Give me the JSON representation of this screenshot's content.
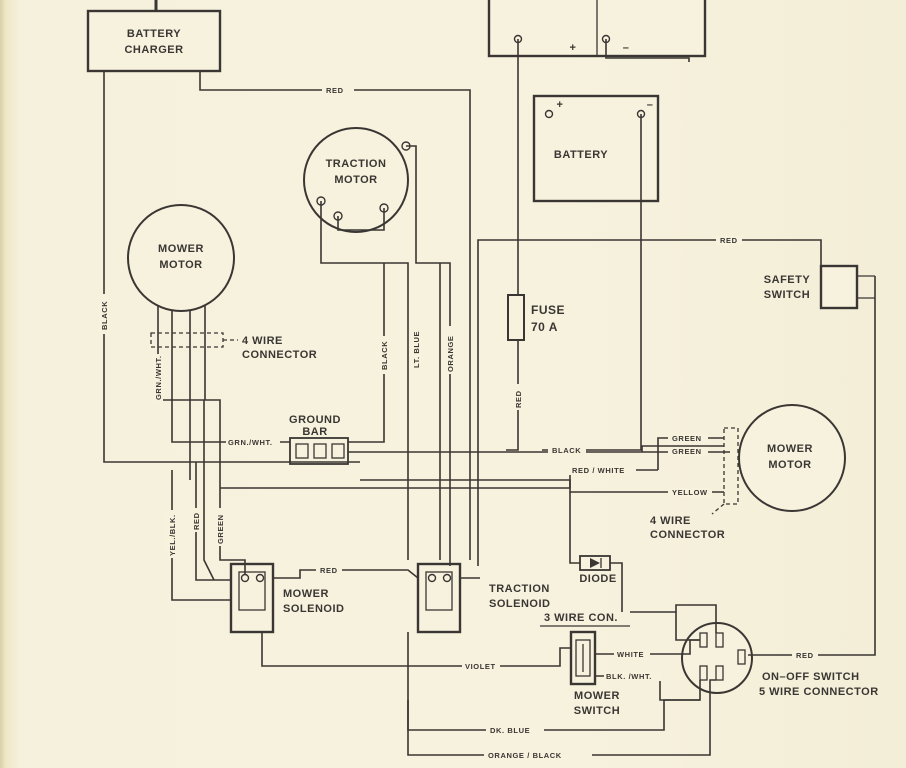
{
  "components": {
    "battery_charger": [
      "BATTERY",
      "CHARGER"
    ],
    "battery": "BATTERY",
    "traction_motor": [
      "TRACTION",
      "MOTOR"
    ],
    "mower_motor_left": [
      "MOWER",
      "MOTOR"
    ],
    "mower_motor_right": [
      "MOWER",
      "MOTOR"
    ],
    "safety_switch": [
      "SAFETY",
      "SWITCH"
    ],
    "fuse": [
      "FUSE",
      "70  A"
    ],
    "ground_bar": [
      "GROUND",
      "BAR"
    ],
    "four_wire_connector_left": [
      "4  WIRE",
      "CONNECTOR"
    ],
    "four_wire_connector_right": [
      "4  WIRE",
      "CONNECTOR"
    ],
    "mower_solenoid": [
      "MOWER",
      "SOLENOID"
    ],
    "traction_solenoid": [
      "TRACTION",
      "SOLENOID"
    ],
    "diode": "DIODE",
    "three_wire_con": "3 WIRE  CON.",
    "mower_switch": [
      "MOWER",
      "SWITCH"
    ],
    "on_off_switch": [
      "ON–OFF  SWITCH",
      "5 WIRE  CONNECTOR"
    ]
  },
  "polarity": {
    "plus": "+",
    "minus": "–"
  },
  "wire_labels": {
    "red": "RED",
    "black": "BLACK",
    "lt_blue": "LT. BLUE",
    "orange": "ORANGE",
    "green": "GREEN",
    "grn_wht": "GRN./WHT.",
    "grn_wht_vertical": "GRN./WHT.",
    "yel_blk": "YEL./BLK.",
    "red_white": "RED / WHITE",
    "yellow": "YELLOW",
    "violet": "VIOLET",
    "white": "WHITE",
    "blk_wht": "BLK. /WHT.",
    "dk_blue": "DK.  BLUE",
    "orange_black": "ORANGE  /  BLACK"
  }
}
